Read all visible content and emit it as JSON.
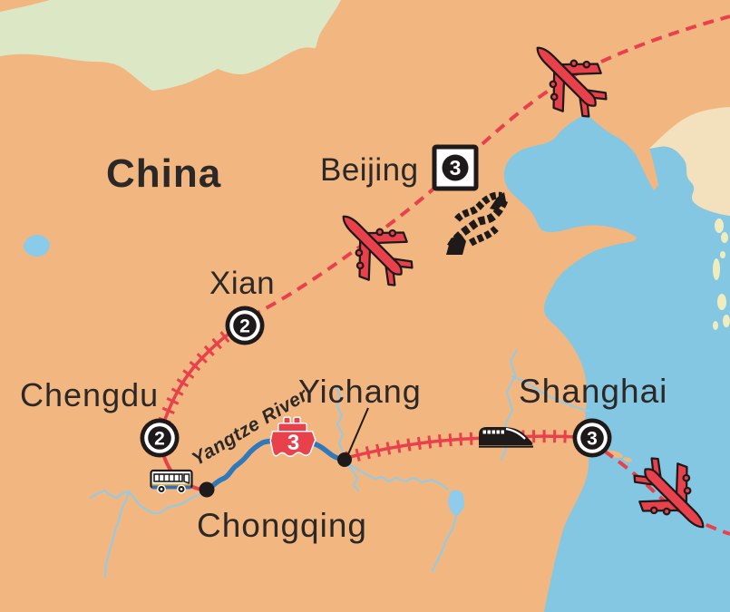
{
  "map": {
    "country_label": "China",
    "type": "tour-route-map"
  },
  "labels": {
    "country": "China",
    "beijing": "Beijing",
    "xian": "Xian",
    "chengdu": "Chengdu",
    "chongqing": "Chongqing",
    "yichang": "Yichang",
    "shanghai": "Shanghai",
    "river": "Yangtze River"
  },
  "nights": {
    "beijing": "3",
    "xian": "2",
    "chengdu": "2",
    "shanghai": "3",
    "cruise": "3"
  },
  "icons": {
    "flight": "plane-icon",
    "rail": "train-icon",
    "road": "bus-icon",
    "cruise": "ship-icon",
    "landmark": "great-wall-icon"
  },
  "colors": {
    "land": "#F2B780",
    "neighbor_north": "#DBE7C5",
    "neighbor_east": "#F3E0BD",
    "sea": "#84C7E3",
    "island": "#F0ECBE",
    "lake": "#8BCBEA",
    "river_thin": "#8FCBEA",
    "river_main": "#2E78BC",
    "route_red": "#E8414B",
    "plane_red": "#E8414B",
    "ink": "#1D1A19",
    "text": "#2B2827",
    "white": "#FFFFFF",
    "bus_blue": "#2E6FB9",
    "bus_stripe": "#E9A93C"
  }
}
